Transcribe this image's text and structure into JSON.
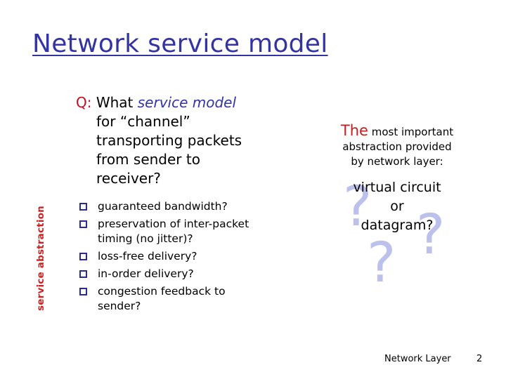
{
  "slide": {
    "title": "Network service model",
    "vertical_label": "service abstraction",
    "colors": {
      "title_blue": "#3333a3",
      "accent_red": "#bb2222",
      "q_marker_red": "#bb1122",
      "bullet_navy": "#2b2b8c",
      "qmark_lavender": "#bcc0ec",
      "body_black": "#000000",
      "background": "#ffffff"
    }
  },
  "question": {
    "marker": "Q:",
    "lead": "What",
    "emphasis": "service model",
    "lines": [
      "for “channel”",
      "transporting packets",
      "from sender to",
      "receiver?"
    ]
  },
  "bullets": [
    {
      "marker": "bullet-square",
      "lines": [
        "guaranteed bandwidth?"
      ]
    },
    {
      "marker": "bullet-square",
      "lines": [
        "preservation of inter-packet",
        "timing (no jitter)?"
      ]
    },
    {
      "marker": "bullet-square",
      "lines": [
        "loss-free delivery?"
      ]
    },
    {
      "marker": "bullet-square",
      "lines": [
        "in-order delivery?"
      ]
    },
    {
      "marker": "bullet-square",
      "lines": [
        "congestion feedback to",
        "sender?"
      ]
    }
  ],
  "right_column": {
    "caption": {
      "highlight": "The",
      "rest_first_line": "most important",
      "lines": [
        "abstraction provided",
        "by network layer:"
      ]
    },
    "answer": {
      "lines": [
        "virtual circuit",
        "or",
        "datagram?"
      ],
      "decorative_marks": [
        "?",
        "?",
        "?"
      ]
    }
  },
  "footer": {
    "label": "Network Layer",
    "page": "2"
  }
}
